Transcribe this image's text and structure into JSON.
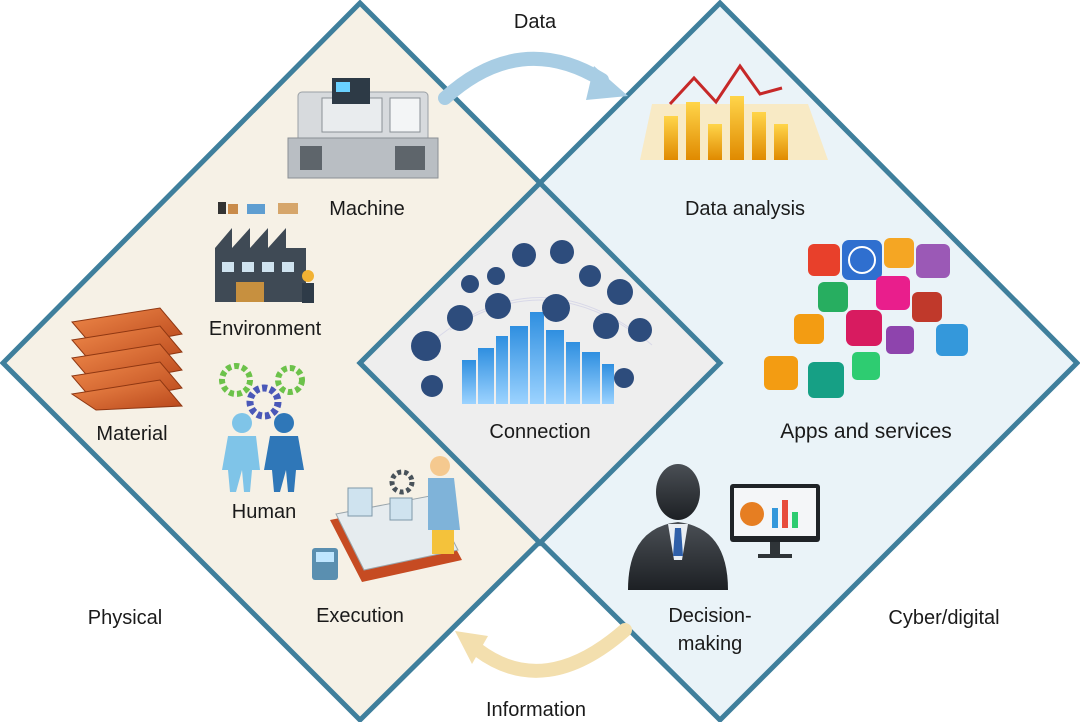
{
  "flows": {
    "top": "Data",
    "bottom": "Information"
  },
  "zones": {
    "physical": "Physical",
    "cyber": "Cyber/digital"
  },
  "nodes": {
    "machine": "Machine",
    "environment": "Environment",
    "material": "Material",
    "human": "Human",
    "execution": "Execution",
    "connection": "Connection",
    "data_analysis": "Data analysis",
    "apps_services": "Apps and services",
    "decision_line1": "Decision-",
    "decision_line2": "making"
  },
  "colors": {
    "diamond_border": "#3f7f9c",
    "physical_fill": "#f6f1e6",
    "cyber_fill": "#eaf3f8",
    "center_fill": "#eeeeee",
    "data_arrow": "#a8cde4",
    "info_arrow": "#f3dfae"
  },
  "icons": {
    "machine": "cnc-machine-icon",
    "environment": "factory-icon",
    "material": "material-stack-icon",
    "human": "workers-gears-icon",
    "execution": "assembly-line-icon",
    "connection": "iot-city-icon",
    "data_analysis": "bar-chart-icon",
    "apps_services": "app-cubes-icon",
    "decision": "businessman-monitor-icon"
  }
}
